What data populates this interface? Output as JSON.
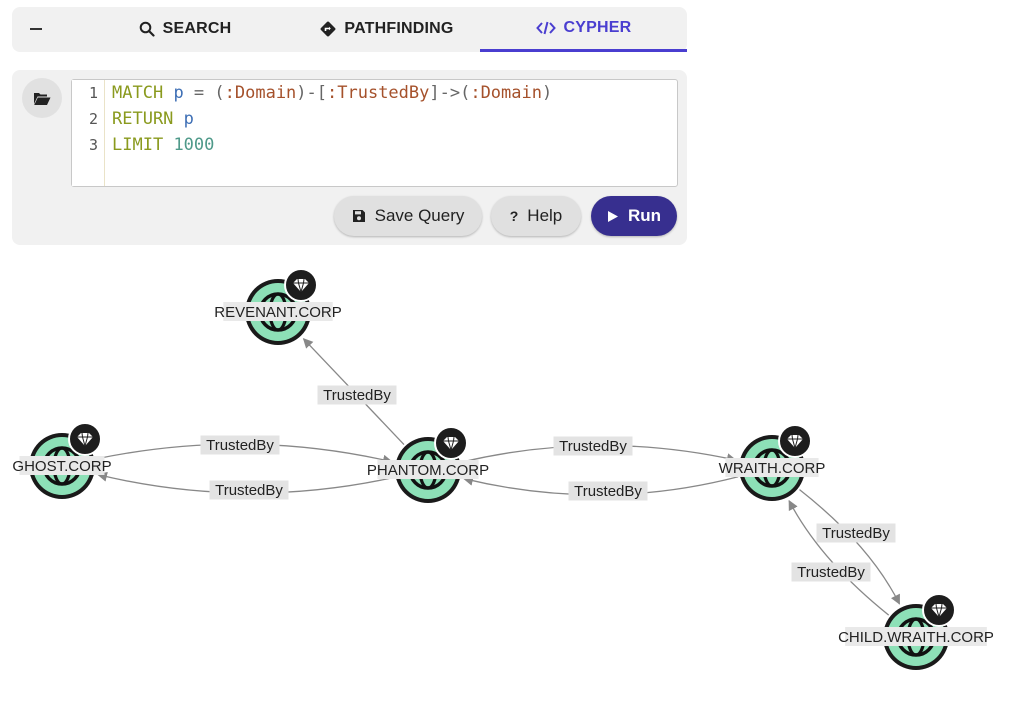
{
  "tabs": {
    "search": "SEARCH",
    "pathfinding": "PATHFINDING",
    "cypher": "CYPHER"
  },
  "editor": {
    "lines": [
      {
        "number": "1",
        "tokens": [
          {
            "t": "MATCH",
            "c": "kw"
          },
          {
            "t": " ",
            "c": "op"
          },
          {
            "t": "p",
            "c": "var"
          },
          {
            "t": " = (",
            "c": "op"
          },
          {
            "t": ":Domain",
            "c": "label"
          },
          {
            "t": ")-[",
            "c": "op"
          },
          {
            "t": ":TrustedBy",
            "c": "label"
          },
          {
            "t": "]->(",
            "c": "op"
          },
          {
            "t": ":Domain",
            "c": "label"
          },
          {
            "t": ")",
            "c": "op"
          }
        ]
      },
      {
        "number": "2",
        "tokens": [
          {
            "t": "RETURN",
            "c": "kw"
          },
          {
            "t": " ",
            "c": "op"
          },
          {
            "t": "p",
            "c": "var"
          }
        ]
      },
      {
        "number": "3",
        "tokens": [
          {
            "t": "LIMIT",
            "c": "kw"
          },
          {
            "t": " ",
            "c": "op"
          },
          {
            "t": "1000",
            "c": "num"
          }
        ]
      }
    ]
  },
  "buttons": {
    "save": "Save Query",
    "help": "Help",
    "run": "Run"
  },
  "colors": {
    "accent": "#4a3ed0",
    "run_button": "#372f8f",
    "node_fill": "#8de0b7",
    "node_ring": "#1a1a1a",
    "edge": "#888888"
  },
  "graph": {
    "nodes": [
      {
        "id": "revenant",
        "label": "REVENANT.CORP",
        "icon": "globe-icon",
        "badge": "gem-icon"
      },
      {
        "id": "ghost",
        "label": "GHOST.CORP",
        "icon": "globe-icon",
        "badge": "gem-icon"
      },
      {
        "id": "phantom",
        "label": "PHANTOM.CORP",
        "icon": "globe-icon",
        "badge": "gem-icon"
      },
      {
        "id": "wraith",
        "label": "WRAITH.CORP",
        "icon": "globe-icon",
        "badge": "gem-icon"
      },
      {
        "id": "child",
        "label": "CHILD.WRAITH.CORP",
        "icon": "globe-icon",
        "badge": "gem-icon"
      }
    ],
    "edges": [
      {
        "from": "phantom",
        "to": "revenant",
        "label": "TrustedBy"
      },
      {
        "from": "ghost",
        "to": "phantom",
        "label": "TrustedBy"
      },
      {
        "from": "phantom",
        "to": "ghost",
        "label": "TrustedBy"
      },
      {
        "from": "phantom",
        "to": "wraith",
        "label": "TrustedBy"
      },
      {
        "from": "wraith",
        "to": "phantom",
        "label": "TrustedBy"
      },
      {
        "from": "wraith",
        "to": "child",
        "label": "TrustedBy"
      },
      {
        "from": "child",
        "to": "wraith",
        "label": "TrustedBy"
      }
    ]
  }
}
